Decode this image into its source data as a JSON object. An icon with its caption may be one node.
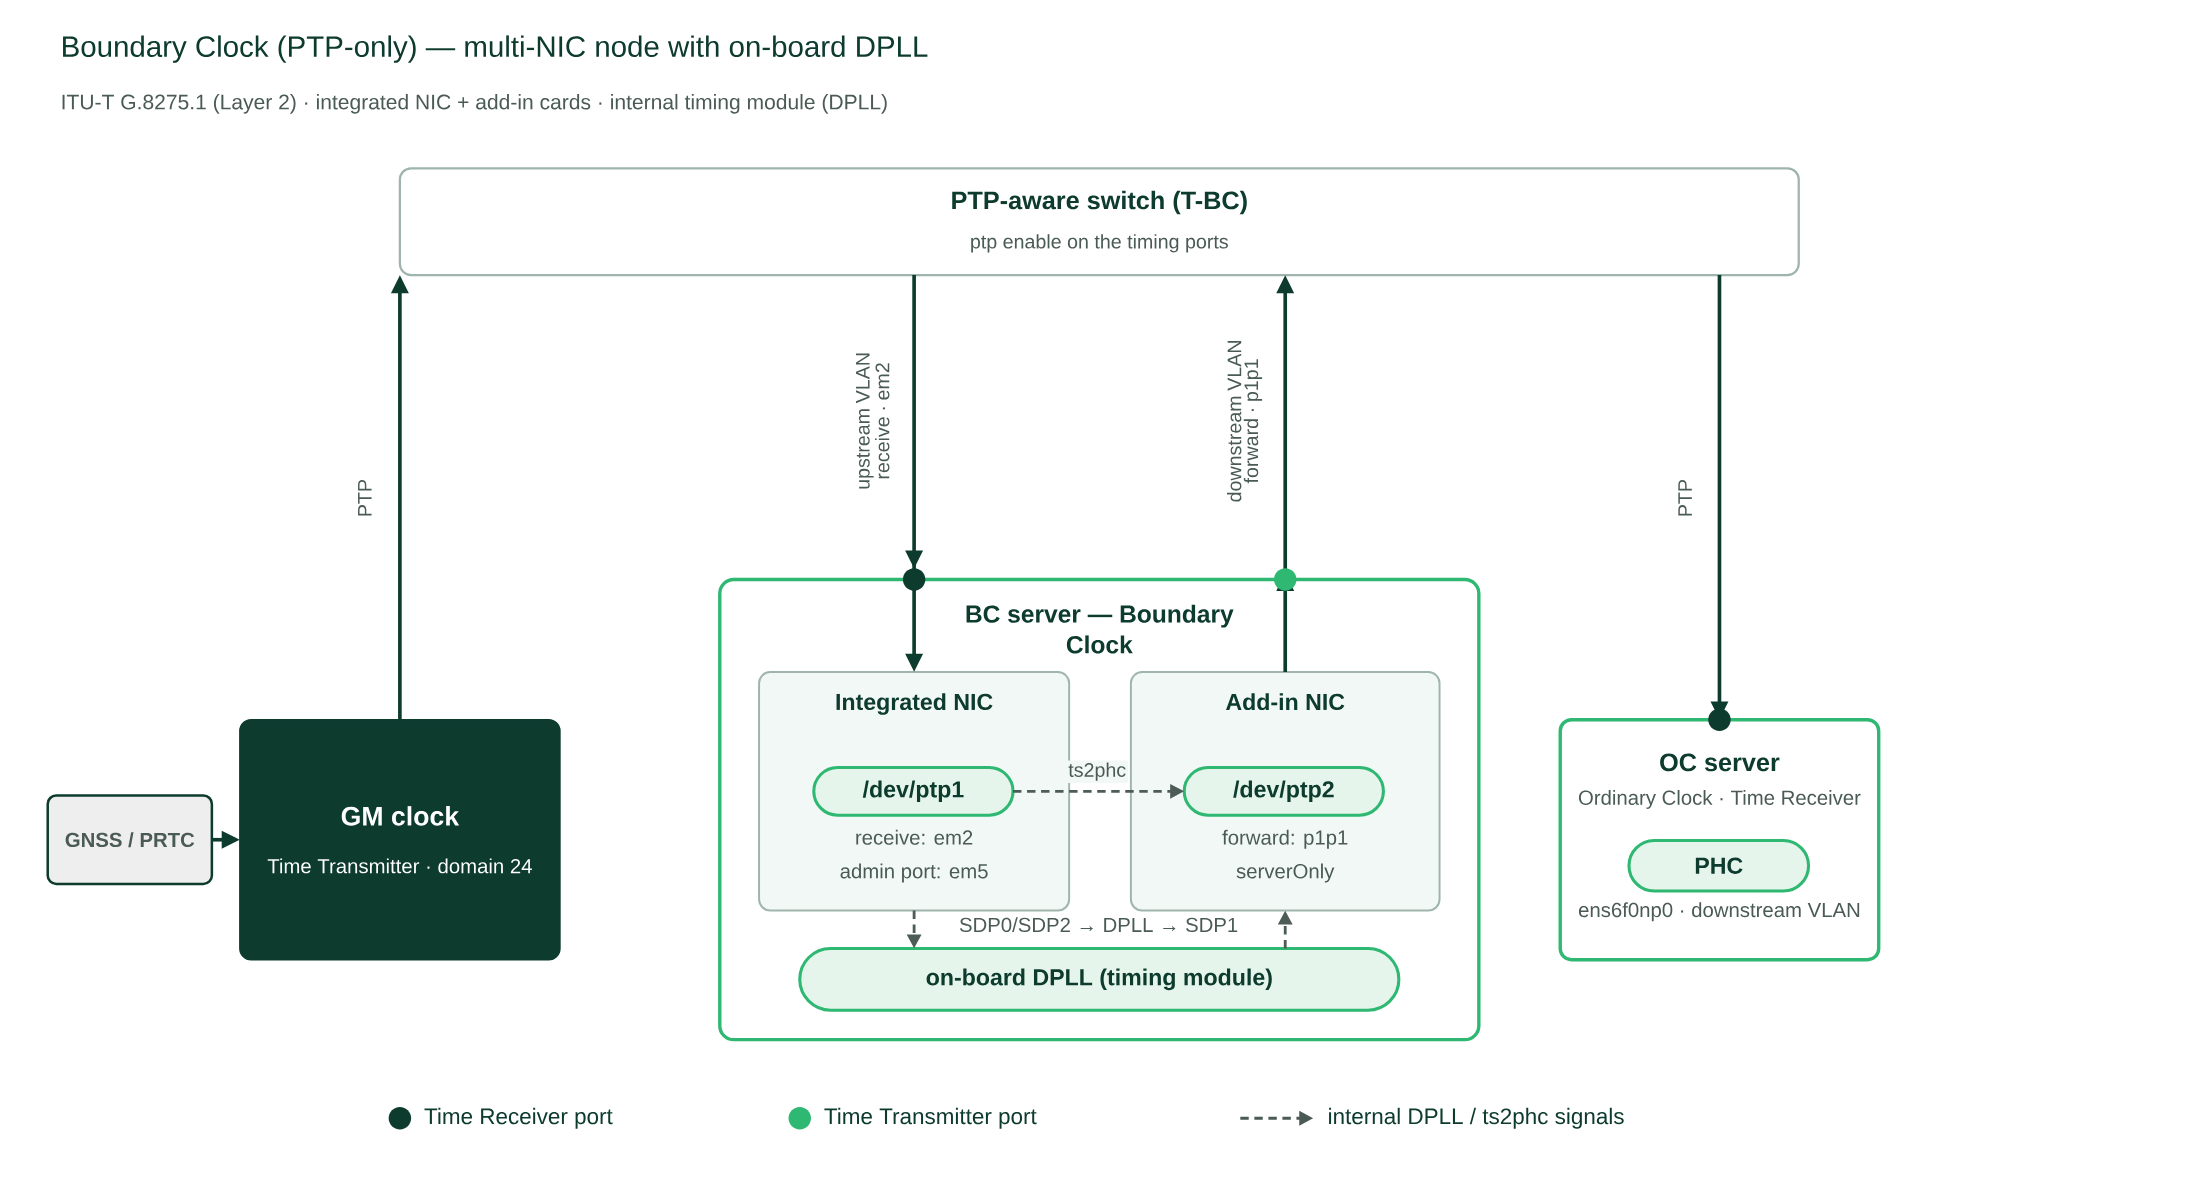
{
  "diagram": {
    "title": "Boundary Clock (PTP-only) — multi-NIC node with on-board DPLL",
    "nodes": [
      {
        "text": [
          "PTP-aware switch (T-BC)",
          "ptp enable on the timing ports"
        ]
      },
      {
        "text": [
          "GM clock",
          "Time Transmitter · domain 24"
        ]
      },
      {
        "text": [
          "GNSS / PRTC"
        ]
      },
      {
        "text": [
          "BC server — Boundary Clock"
        ]
      },
      {
        "text": [
          "Integrated NIC",
          "receive: em2",
          "admin port: em5"
        ],
        "in": 3
      },
      {
        "text": [
          "/dev/ptp1"
        ],
        "in": 4
      },
      {
        "text": [
          "Add-in NIC",
          "forward: p1p1",
          "serverOnly"
        ],
        "in": 3
      },
      {
        "text": [
          "/dev/ptp2"
        ],
        "in": 6
      },
      {
        "text": [
          "on-board DPLL (timing module)"
        ],
        "in": 3
      },
      {
        "text": [
          "OC server",
          "Ordinary Clock · Time Receiver",
          "ens6f0np0 · downstream VLAN"
        ]
      },
      {
        "text": [
          "PHC"
        ],
        "in": 9
      }
    ],
    "edges": [
      {
        "from": 1,
        "to": 0,
        "arrow": "to",
        "label": "PTP"
      },
      {
        "from": 0,
        "to": 4,
        "arrow": "to",
        "label": "upstream VLAN receive · em2"
      },
      {
        "from": 6,
        "to": 0,
        "arrow": "to",
        "label": "downstream VLAN forward · p1p1"
      },
      {
        "from": 0,
        "to": 9,
        "arrow": "to",
        "label": "PTP"
      },
      {
        "from": 2,
        "to": 1,
        "arrow": "to"
      },
      {
        "from": 5,
        "to": 7,
        "arrow": "to",
        "label": "ts2phc",
        "style": "dashed",
        "color": "#4d5c57"
      },
      {
        "from": 4,
        "to": 8,
        "arrow": "to",
        "style": "dashed",
        "color": "#4d5c57"
      },
      {
        "from": 8,
        "to": 6,
        "arrow": "to",
        "style": "dashed",
        "color": "#4d5c57"
      }
    ],
    "labels": [
      "ITU-T G.8275.1 (Layer 2) · integrated NIC + add-in cards · internal timing module (DPLL)",
      "SDP0/SDP2 → DPLL → SDP1"
    ],
    "legend": [
      {
        "text": "Time Receiver port",
        "color": "#0d3b2e"
      },
      {
        "text": "Time Transmitter port",
        "color": "#2eb872"
      },
      {
        "text": "internal DPLL / ts2phc signals"
      }
    ]
  }
}
